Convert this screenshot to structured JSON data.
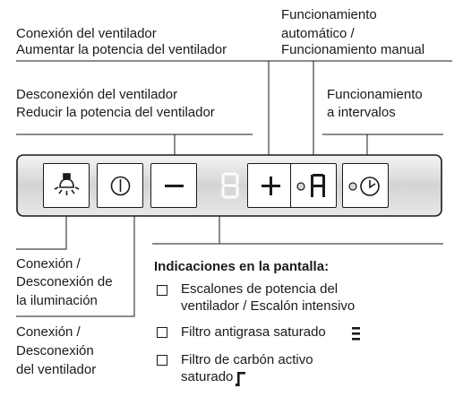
{
  "labels": {
    "fan_on_line1": "Conexión del ventilador",
    "fan_on_line2": "Aumentar la potencia del ventilador",
    "auto_line1": "Funcionamiento",
    "auto_line2": "automático /",
    "auto_line3": "Funcionamiento manual",
    "fan_off_line1": "Desconexión del ventilador",
    "fan_off_line2": "Reducir la potencia del ventilador",
    "interval_line1": "Funcionamiento",
    "interval_line2": "a intervalos",
    "light_line1": "Conexión /",
    "light_line2": "Desconexión de",
    "light_line3": "la iluminación",
    "fan_power_line1": "Conexión /",
    "fan_power_line2": "Desconexión",
    "fan_power_line3": "del ventilador"
  },
  "indications": {
    "title": "Indicaciones en la pantalla:",
    "items": [
      {
        "line1": "Escalones de potencia del",
        "line2": "ventilador / Escalón intensivo"
      },
      {
        "line1": "Filtro antigrasa saturado",
        "line2": ""
      },
      {
        "line1": "Filtro de carbón activo",
        "line2": "saturado"
      }
    ]
  },
  "panel": {
    "buttons": [
      "light-icon",
      "power-icon",
      "minus-icon",
      "plus-icon",
      "auto-mode-icon",
      "timer-icon"
    ],
    "display_value": "8",
    "auto_symbol": "A"
  }
}
